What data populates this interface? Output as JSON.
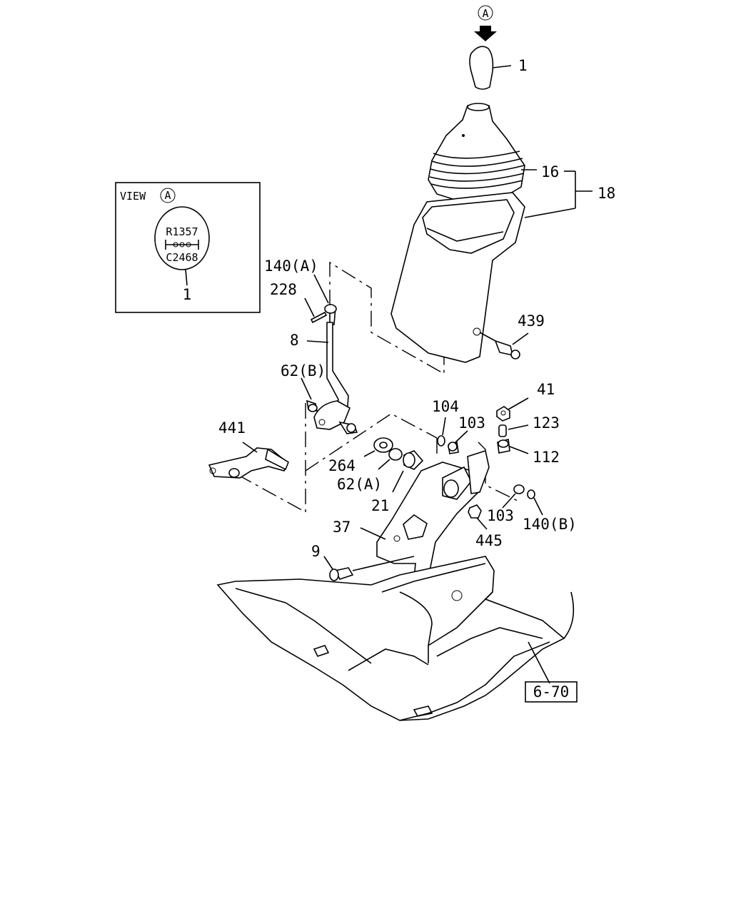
{
  "view_box": {
    "title": "VIEW",
    "marker": "A",
    "row_top": "R1357",
    "row_bottom": "C2468",
    "part_label": "1"
  },
  "arrow_marker": "A",
  "callouts": {
    "p1": "1",
    "p16": "16",
    "p18": "18",
    "p140a": "140(A)",
    "p228": "228",
    "p439": "439",
    "p8": "8",
    "p62b": "62(B)",
    "p41": "41",
    "p104": "104",
    "p103a": "103",
    "p123": "123",
    "p441": "441",
    "p112": "112",
    "p264": "264",
    "p62a": "62(A)",
    "p21": "21",
    "p103b": "103",
    "p140b": "140(B)",
    "p37": "37",
    "p445": "445",
    "p9": "9"
  },
  "reference_box": "6-70"
}
